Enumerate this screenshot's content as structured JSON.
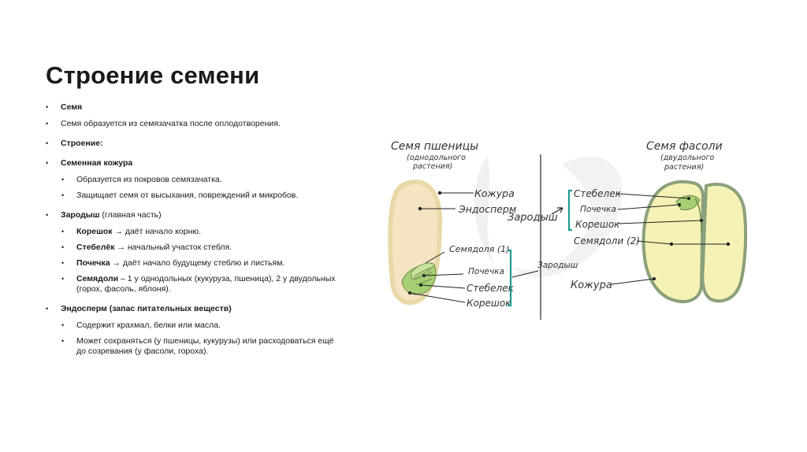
{
  "slide": {
    "title": "Строение семени",
    "bullets": [
      {
        "bold": "Семя",
        "rest": ""
      },
      {
        "bold": "",
        "rest": "Семя образуется из семязачатка после оплодотворения."
      },
      {
        "bold": "Строение:",
        "rest": ""
      },
      {
        "bold": "Семенная кожура",
        "rest": ""
      },
      {
        "bold": "",
        "rest": "Образуется из покровов семязачатка."
      },
      {
        "bold": "",
        "rest": "Защищает семя от высыхания, повреждений и микробов."
      },
      {
        "bold": "Зародыш",
        "rest": " (главная часть)"
      },
      {
        "bold": "Корешок",
        "rest": " → даёт начало корню."
      },
      {
        "bold": "Стебелёк",
        "rest": " → начальный участок стебля."
      },
      {
        "bold": "Почечка",
        "rest": " → даёт начало будущему стеблю и листьям."
      },
      {
        "bold": "Семядоли",
        "rest": " – 1 у однодольных (кукуруза, пшеница), 2 у двудольных (горох, фасоль, яблоня)."
      },
      {
        "bold": "Эндосперм (запас питательных веществ)",
        "rest": ""
      },
      {
        "bold": "",
        "rest": "Содержит крахмал, белки или масла."
      },
      {
        "bold": "",
        "rest": "Может сохраняться (у пшеницы, кукурузы) или расходоваться ещё до созревания (у фасоли, гороха)."
      }
    ]
  },
  "diagram": {
    "wheat": {
      "title": "Семя пшеницы",
      "subtitle_1": "(однодольного",
      "subtitle_2": "растения)",
      "labels": {
        "coat": "Кожура",
        "endosperm": "Эндосперм",
        "cotyledon": "Семядоля (1)",
        "bud": "Почечка",
        "stem": "Стебелек",
        "root": "Корешок"
      }
    },
    "center": {
      "embryo_left": "Зародыш",
      "embryo_right": "Зародыш"
    },
    "bean": {
      "title": "Семя фасоли",
      "subtitle_1": "(двудольного",
      "subtitle_2": "растения)",
      "labels": {
        "stem": "Стебелек",
        "bud": "Почечка",
        "root": "Корешок",
        "cotyledons": "Семядоли (2)",
        "coat": "Кожура"
      }
    },
    "colors": {
      "wheat_endosperm": "#f5e4c2",
      "wheat_coat": "#e9d9a8",
      "bean_fill": "#f6f2b6",
      "bean_coat": "#8aa07a",
      "bracket": "#1f9a8f",
      "embryo_green": "#a7cf74"
    }
  }
}
